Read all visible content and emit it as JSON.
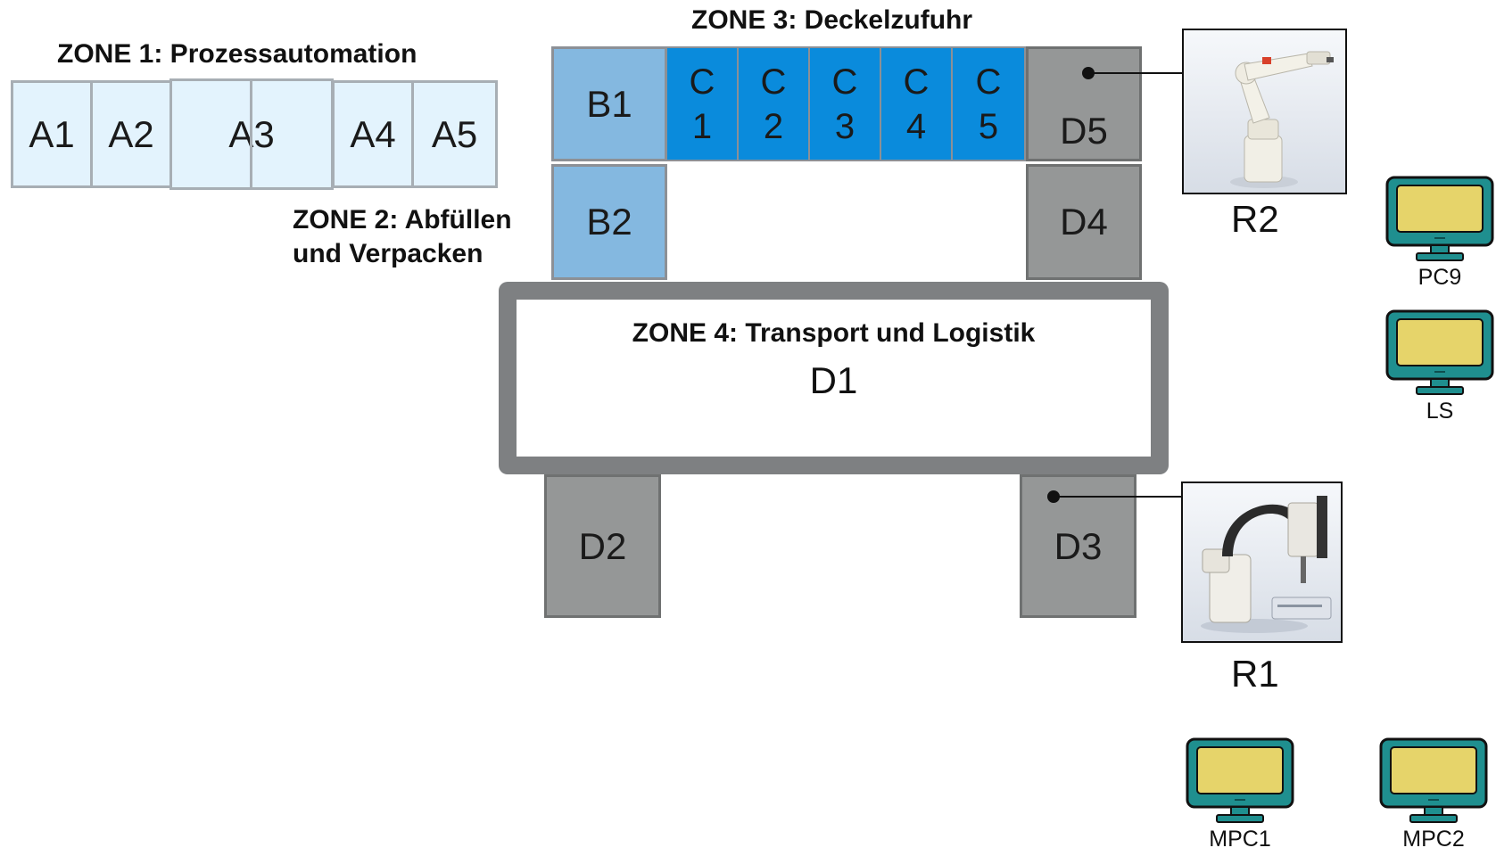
{
  "zones": {
    "zone1_title": "ZONE 1: Prozessautomation",
    "zone2_title_line1": "ZONE 2: Abfüllen",
    "zone2_title_line2": "und Verpacken",
    "zone3_title": "ZONE 3: Deckelzufuhr",
    "zone4_title": "ZONE 4: Transport und Logistik"
  },
  "zone1_stations": [
    "A1",
    "A2",
    "A3",
    "A4",
    "A5"
  ],
  "zone2_stations": [
    "B1",
    "B2"
  ],
  "zone3_stations": [
    {
      "letter": "C",
      "number": "1"
    },
    {
      "letter": "C",
      "number": "2"
    },
    {
      "letter": "C",
      "number": "3"
    },
    {
      "letter": "C",
      "number": "4"
    },
    {
      "letter": "C",
      "number": "5"
    }
  ],
  "zone4": {
    "main": "D1",
    "stations": [
      "D2",
      "D3",
      "D4",
      "D5"
    ]
  },
  "robots": [
    {
      "label": "R2",
      "icon": "articulated-robot-arm-icon",
      "attached_to": "D5"
    },
    {
      "label": "R1",
      "icon": "scara-robot-icon",
      "attached_to": "D3"
    }
  ],
  "computers": [
    "PC9",
    "LS",
    "MPC1",
    "MPC2"
  ],
  "colors": {
    "zone_a": "#e3f3fd",
    "zone_b": "#84b8e0",
    "zone_c": "#0a8bdc",
    "zone_d": "#959797",
    "monitor_frame": "#1f8f8f",
    "monitor_screen": "#e6d46a"
  }
}
